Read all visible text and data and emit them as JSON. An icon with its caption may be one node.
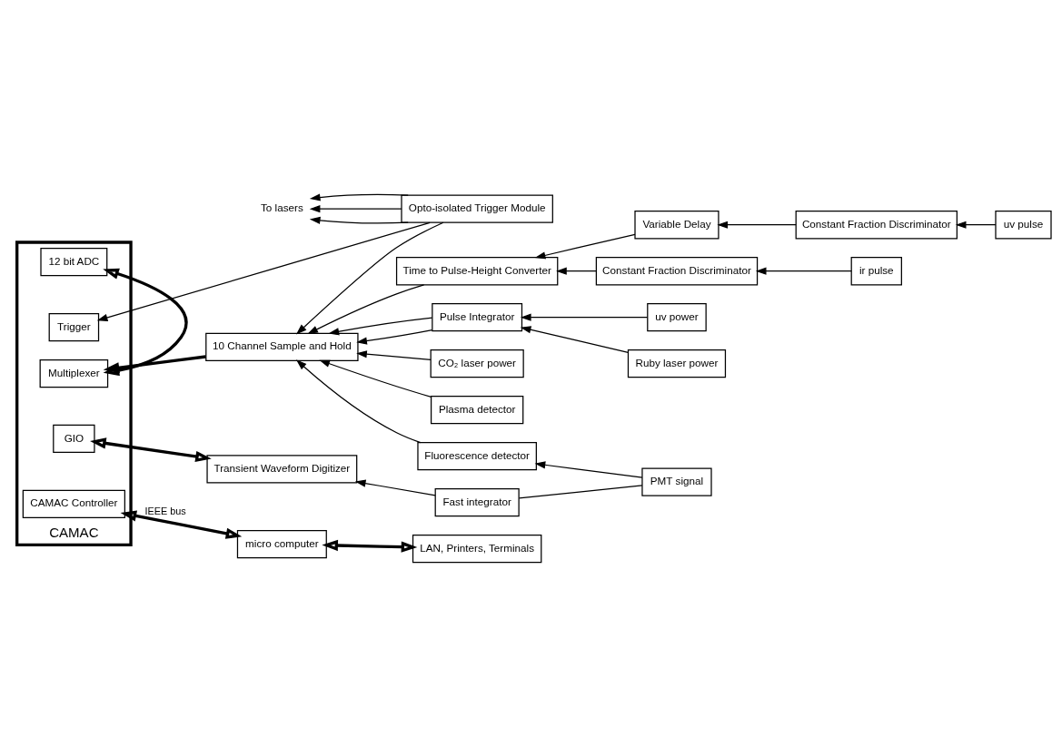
{
  "diagram": {
    "nodes": [
      {
        "text": [
          "To lasers"
        ]
      },
      {
        "text": [
          "CAMAC"
        ]
      },
      {
        "text": [
          "Trigger"
        ],
        "in": 1
      },
      {
        "text": [
          "12 bit ADC"
        ],
        "in": 1
      },
      {
        "text": [
          "Multiplexer"
        ],
        "in": 1
      },
      {
        "text": [
          "GIO"
        ],
        "in": 1
      },
      {
        "text": [
          "CAMAC Controller"
        ],
        "in": 1
      },
      {
        "text": [
          "Opto-isolated Trigger Module"
        ]
      },
      {
        "text": [
          "Variable Delay"
        ]
      },
      {
        "text": [
          "Constant Fraction Discriminator"
        ]
      },
      {
        "text": [
          "uv pulse"
        ]
      },
      {
        "text": [
          "Time to Pulse-Height Converter"
        ]
      },
      {
        "text": [
          "Constant Fraction Discriminator"
        ]
      },
      {
        "text": [
          "ir pulse"
        ]
      },
      {
        "text": [
          "10 Channel Sample and Hold"
        ]
      },
      {
        "text": [
          "Pulse Integrator"
        ]
      },
      {
        "text": [
          "uv power"
        ]
      },
      {
        "text": [
          "Ruby laser power"
        ]
      },
      {
        "text": [
          "CO₂ laser power"
        ]
      },
      {
        "text": [
          "Plasma detector"
        ]
      },
      {
        "text": [
          "Transient Waveform Digitizer"
        ]
      },
      {
        "text": [
          "Fast integrator"
        ]
      },
      {
        "text": [
          "PMT signal"
        ]
      },
      {
        "text": [
          "Fluorescence detector"
        ]
      },
      {
        "text": [
          "micro computer"
        ]
      },
      {
        "text": [
          "LAN, Printers, Terminals"
        ]
      }
    ],
    "edges": [
      {
        "from": 7,
        "to": 0,
        "arrow": "to"
      },
      {
        "from": 7,
        "to": 0,
        "arrow": "to"
      },
      {
        "from": 7,
        "to": 0,
        "arrow": "to"
      },
      {
        "from": 7,
        "to": 2,
        "arrow": "to"
      },
      {
        "from": 3,
        "to": 4,
        "arrow": "both",
        "style": "thick"
      },
      {
        "from": 14,
        "to": 4,
        "arrow": "to",
        "style": "thick"
      },
      {
        "from": 20,
        "to": 5,
        "arrow": "both",
        "style": "thick"
      },
      {
        "from": 24,
        "to": 6,
        "arrow": "both",
        "style": "thick",
        "label": "IEEE bus"
      },
      {
        "from": 25,
        "to": 24,
        "arrow": "both",
        "style": "thick"
      },
      {
        "from": 9,
        "to": 8,
        "arrow": "to"
      },
      {
        "from": 10,
        "to": 9,
        "arrow": "to"
      },
      {
        "from": 8,
        "to": 11,
        "arrow": "to"
      },
      {
        "from": 12,
        "to": 11,
        "arrow": "to"
      },
      {
        "from": 13,
        "to": 12,
        "arrow": "to"
      },
      {
        "from": 7,
        "to": 14,
        "arrow": "to"
      },
      {
        "from": 11,
        "to": 14,
        "arrow": "to"
      },
      {
        "from": 23,
        "to": 14,
        "arrow": "to"
      },
      {
        "from": 15,
        "to": 14,
        "arrow": "to"
      },
      {
        "from": 15,
        "to": 14,
        "arrow": "to"
      },
      {
        "from": 16,
        "to": 15,
        "arrow": "to"
      },
      {
        "from": 17,
        "to": 15,
        "arrow": "to"
      },
      {
        "from": 18,
        "to": 14,
        "arrow": "to"
      },
      {
        "from": 19,
        "to": 14,
        "arrow": "to"
      },
      {
        "from": 21,
        "to": 20,
        "arrow": "to"
      },
      {
        "from": 22,
        "to": 21,
        "arrow": "none"
      },
      {
        "from": 22,
        "to": 23,
        "arrow": "to"
      }
    ]
  }
}
